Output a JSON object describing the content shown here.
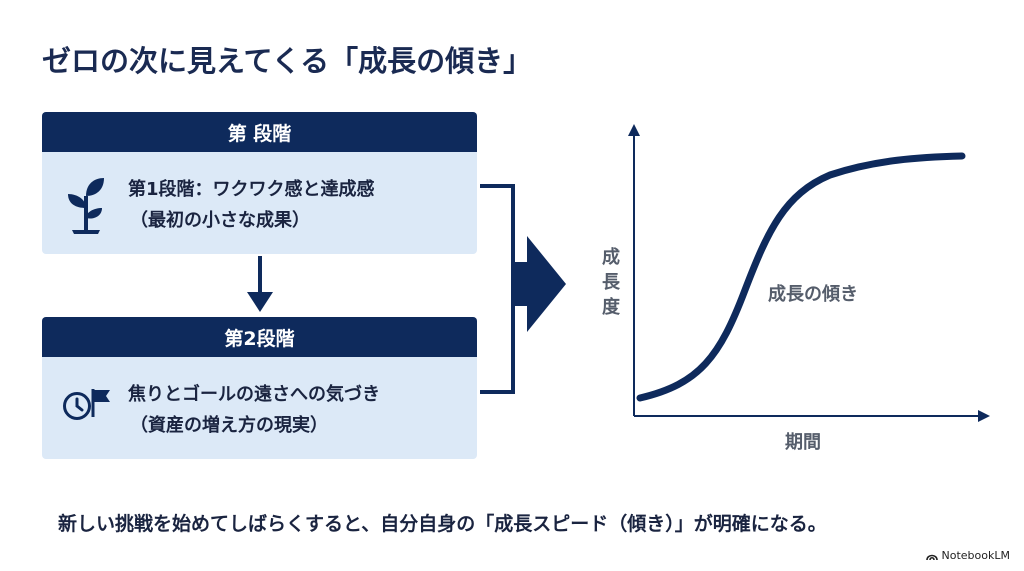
{
  "title": "ゼロの次に見えてくる「成長の傾き」",
  "stages": [
    {
      "header": "第 段階",
      "main": "第1段階：ワクワク感と達成感",
      "sub": "（最初の小さな成果）",
      "icon": "sprout-icon"
    },
    {
      "header": "第2段階",
      "main": "焦りとゴールの遠さへの気づき",
      "sub": "（資産の増え方の現実）",
      "icons": [
        "clock-icon",
        "flag-icon"
      ]
    }
  ],
  "graph": {
    "y_label": "成長度",
    "x_label": "期間",
    "curve_label": "成長の傾き",
    "curve_shape": "s-curve",
    "color": "#0e2a5c"
  },
  "footer": {
    "text": "新しい挑戦を始めてしばらくすると、自分自身の「成長スピード（傾き）」が明確になる。",
    "brand": "NotebookLM"
  },
  "colors": {
    "navy": "#0e2a5c",
    "panel": "#dce9f7",
    "label_gray": "#555d6b"
  }
}
